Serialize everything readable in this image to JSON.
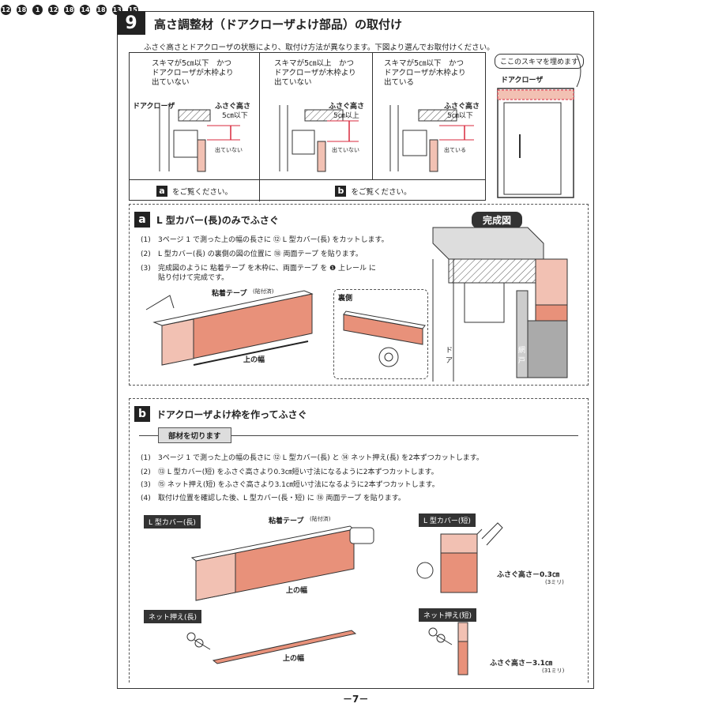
{
  "header": {
    "step_number": "9",
    "title": "高さ調整材（ドアクローザよけ部品）の取付け",
    "intro": "ふさぐ高さとドアクローザの状態により、取付け方法が異なります。下図より選んでお取付けください。"
  },
  "options": [
    {
      "condition": "スキマが5㎝以下　かつ\nドアクローザが木枠より\n出ていない",
      "height_label": "ふさぐ高さ",
      "height_value": "5㎝以下",
      "closer_label": "ドアクローザ",
      "status": "出ていない"
    },
    {
      "condition": "スキマが5㎝以上　かつ\nドアクローザが木枠より\n出ていない",
      "height_label": "ふさぐ高さ",
      "height_value": "5㎝以上",
      "status": "出ていない"
    },
    {
      "condition": "スキマが5㎝以下　かつ\nドアクローザが木枠より\n出ている",
      "height_label": "ふさぐ高さ",
      "height_value": "5㎝以下",
      "status": "出ている"
    }
  ],
  "refs": {
    "a_letter": "a",
    "a_text": "をご覧ください。",
    "b_letter": "b",
    "b_text": "をご覧ください。"
  },
  "side_figure": {
    "callout": "ここのスキマを埋めます",
    "closer_label": "ドアクローザ"
  },
  "fig_labels": {
    "door": "ド\nア",
    "screen": "網\n戸"
  },
  "section_a": {
    "letter": "a",
    "title": "L 型カバー(長)のみでふさぐ",
    "steps": [
      {
        "num": "(1)",
        "text": "3ページ  1  で測った上の幅の長さに ⑫ L 型カバー(長) をカットします。"
      },
      {
        "num": "(2)",
        "text": "L 型カバー(長) の裏側の図の位置に ⑱ 両面テープ を貼ります。"
      },
      {
        "num": "(3)",
        "text": "完成図のように 粘着テープ を木枠に、両面テープ を ❶ 上レール に"
      },
      {
        "num": "",
        "text": "貼り付けて完成です。"
      }
    ],
    "tape_label": "粘着テープ",
    "tape_note": "(貼付済)",
    "width_label": "上の幅",
    "back_label": "裏側",
    "completed_label": "完成図",
    "num_12": "12",
    "num_18": "18",
    "num_1": "1"
  },
  "section_b": {
    "letter": "b",
    "title": "ドアクローザよけ枠を作ってふさぐ",
    "subhead": "部材を切ります",
    "steps": [
      {
        "num": "(1)",
        "text": "3ページ  1  で測った上の幅の長さに ⑫ L 型カバー(長) と ⑭ ネット押え(長) を2本ずつカットします。"
      },
      {
        "num": "(2)",
        "text": "⑬ L 型カバー(短) をふさぐ高さより0.3㎝短い寸法になるように2本ずつカットします。"
      },
      {
        "num": "(3)",
        "text": "⑮ ネット押え(短) をふさぐ高さより3.1㎝短い寸法になるように2本ずつカットします。"
      },
      {
        "num": "(4)",
        "text": "取付け位置を確認した後、L 型カバー(長・短) に ⑱ 両面テープ を貼ります。"
      }
    ],
    "part_l_long": "L 型カバー(長)",
    "part_l_short": "L 型カバー(短)",
    "part_net_long": "ネット押え(長)",
    "part_net_short": "ネット押え(短)",
    "tape_label": "粘着テープ",
    "tape_note": "(貼付済)",
    "width_label": "上の幅",
    "dim_short_l": "ふさぐ高さ－0.3㎝",
    "dim_short_l_mm": "(3ミリ)",
    "dim_short_net": "ふさぐ高さ－3.1㎝",
    "dim_short_net_mm": "(31ミリ)",
    "num_12": "12",
    "num_13": "13",
    "num_14": "14",
    "num_15": "15",
    "num_18": "18"
  },
  "footer": {
    "page": "－7－"
  },
  "colors": {
    "salmon": "#e8917a",
    "salmon_light": "#f2c1b3",
    "dark": "#222222",
    "red": "#d8283c"
  }
}
